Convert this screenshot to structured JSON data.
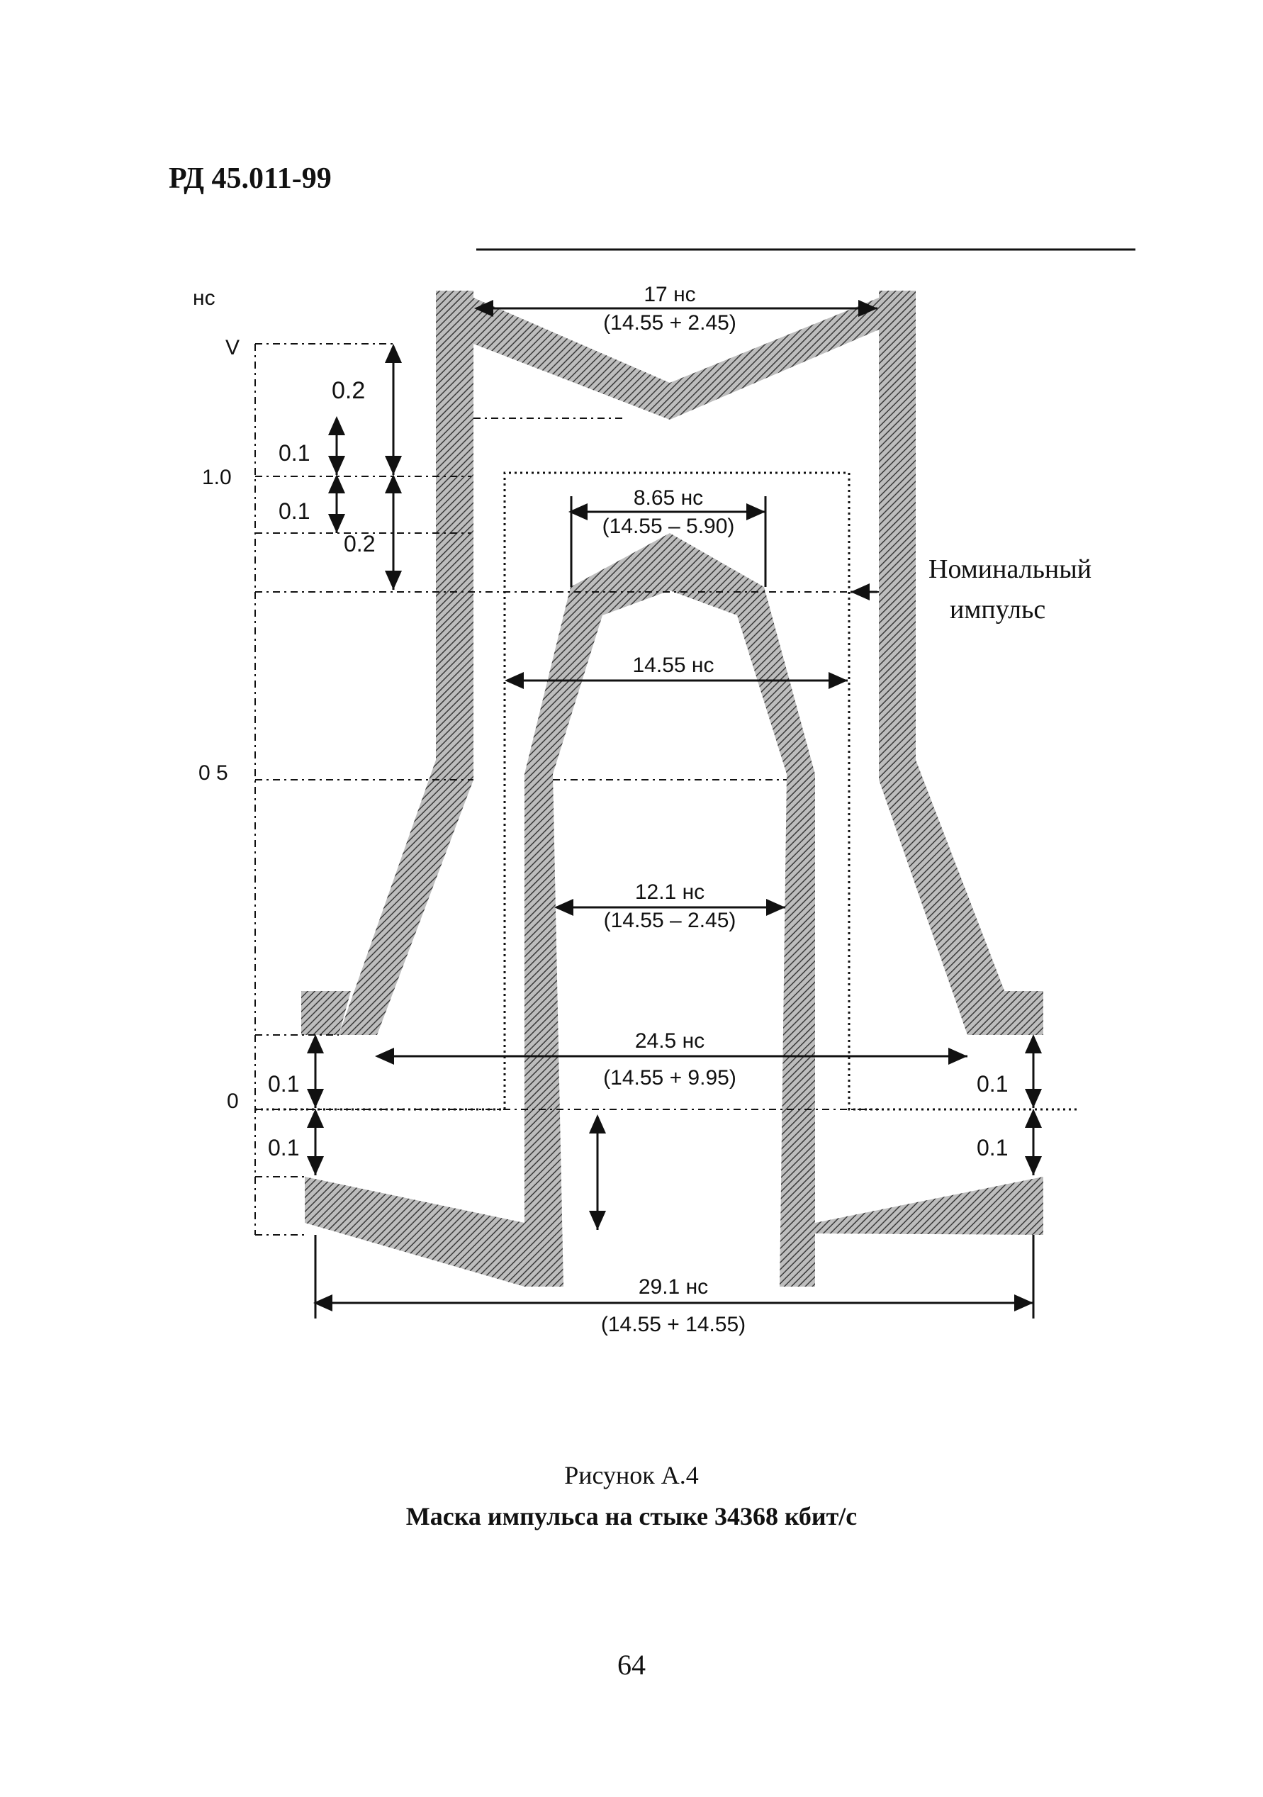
{
  "header": {
    "doc_id": "РД 45.011-99"
  },
  "figure": {
    "axis": {
      "unit_label": "нс",
      "y_unit": "V",
      "ticks": {
        "t_1_0": "1.0",
        "t_0_5": "0 5",
        "t_0": "0"
      }
    },
    "tolerances": {
      "top_02_a": "0.2",
      "top_01_a": "0.1",
      "top_01_b": "0.1",
      "top_02_b": "0.2",
      "bottom_left_01_a": "0.1",
      "bottom_left_01_b": "0.1",
      "bottom_right_01_a": "0.1",
      "bottom_right_01_b": "0.1"
    },
    "dimensions": {
      "d17_label": "17 нс",
      "d17_formula": "(14.55 + 2.45)",
      "d865_label": "8.65 нс",
      "d865_formula": "(14.55 – 5.90)",
      "d1455_label": "14.55 нс",
      "d121_label": "12.1 нс",
      "d121_formula": "(14.55 – 2.45)",
      "d245_label": "24.5 нс",
      "d245_formula": "(14.55 + 9.95)",
      "d291_label": "29.1 нс",
      "d291_formula": "(14.55 + 14.55)"
    },
    "annotation": {
      "line1": "Номинальный",
      "line2": "импульс"
    }
  },
  "caption": {
    "label": "Рисунок А.4",
    "title": "Маска импульса на стыке 34368 кбит/с"
  },
  "page_number": "64"
}
